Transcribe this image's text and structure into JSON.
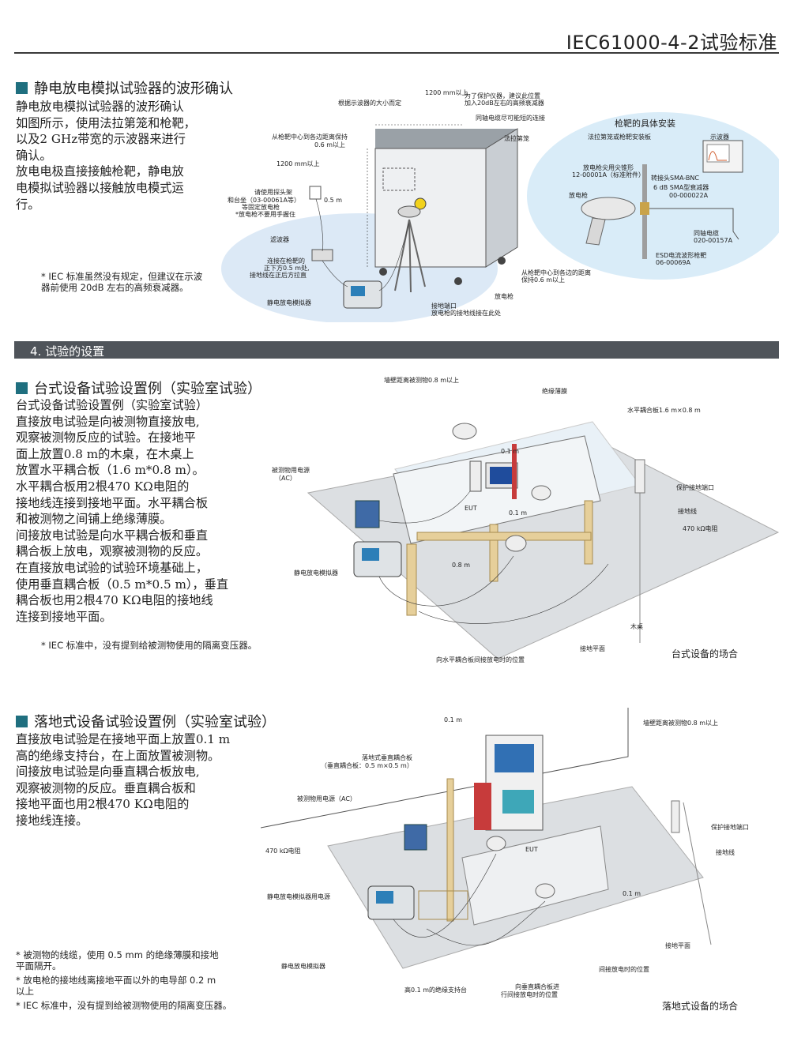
{
  "header": {
    "title": "IEC61000-4-2试验标准"
  },
  "section1": {
    "heading": "静电放电模拟试验器的波形确认",
    "body": "静电放电模拟试验器的波形确认\n如图所示，使用法拉第笼和枪靶，\n以及2 GHz带宽的示波器来进行\n确认。\n放电电极直接接触枪靶，静电放\n电模拟试验器以接触放电模式运\n行。",
    "note": "* IEC 标准虽然没有规定，但建议在示波\n  器前使用 20dB 左右的高频衰减器。",
    "diagram": {
      "labels": [
        "1200 mm以上",
        "根据示波器的大小而定",
        "为了保护仪器，建议此位置",
        "加入20dB左右的高频衰减器",
        "同轴电缆尽可能短的连接",
        "法拉第笼",
        "从枪靶中心到各边距离保持",
        "0.6 m以上",
        "1200 mm以上",
        "请使用探头架",
        "和台坐（03-00061A等）",
        "等固定放电枪",
        "*放电枪不要用手握住",
        "0.5 m",
        "滤波器",
        "连接在枪靶的",
        "正下方0.5 m处,",
        "接地线在正后方拉直",
        "静电放电模拟器",
        "接地端口",
        "放电枪的接地线接在此处",
        "放电枪",
        "从枪靶中心到各边的距离",
        "保持0.6 m以上"
      ],
      "inset": {
        "title": "枪靶的具体安装",
        "labels": [
          "示波器",
          "法拉第笼或枪靶安装板",
          "放电枪尖用尖锥形",
          "12-00001A（标准附件）",
          "放电枪",
          "转接头SMA-BNC",
          "6 dB SMA型衰减器",
          "00-000022A",
          "同轴电缆",
          "020-00157A",
          "ESD电流波形枪靶",
          "06-00069A"
        ]
      }
    }
  },
  "band": {
    "label": "4. 试验的设置"
  },
  "section2": {
    "heading": "台式设备试验设置例（实验室试验）",
    "body": "台式设备试验设置例（实验室试验）\n直接放电试验是向被测物直接放电,\n观察被测物反应的试验。在接地平\n面上放置0.8 m的木桌，在木桌上\n放置水平耦合板（1.6 m*0.8 m）。\n水平耦合板用2根470 KΩ电阻的\n接地线连接到接地平面。水平耦合板\n和被测物之间铺上绝缘薄膜。\n间接放电试验是向水平耦合板和垂直\n耦合板上放电，观察被测物的反应。\n在直接放电试验的试验环境基础上，\n使用垂直耦合板（0.5 m*0.5 m），垂直\n耦合板也用2根470 KΩ电阻的接地线\n连接到接地平面。",
    "note": "* IEC 标准中，没有提到给被测物使用的隔离变压器。",
    "diagram": {
      "labels": [
        "墙壁距离被测物0.8 m以上",
        "绝缘薄膜",
        "水平耦合板1.6 m×0.8 m",
        "被测物用电源",
        "（AC）",
        "0.1 m",
        "EUT",
        "0.1 m",
        "保护接地端口",
        "接地线",
        "470 kΩ电阻",
        "0.8 m",
        "静电放电模拟器",
        "木桌",
        "接地平面",
        "向水平耦合板间接放电时的位置"
      ],
      "caption": "台式设备的场合"
    }
  },
  "section3": {
    "heading": "落地式设备试验设置例（实验室试验）",
    "body": "直接放电试验是在接地平面上放置0.1 m\n高的绝缘支持台，在上面放置被测物。\n间接放电试验是向垂直耦合板放电,\n观察被测物的反应。垂直耦合板和\n接地平面也用2根470 KΩ电阻的\n接地线连接。",
    "notes": [
      "* 被测物的线缆，使用 0.5 mm 的绝缘薄膜和接地\n  平面隔开。",
      "* 放电枪的接地线离接地平面以外的电导部 0.2 m\n  以上",
      "* IEC 标准中，没有提到给被测物使用的隔离变压器。"
    ],
    "diagram": {
      "labels": [
        "0.1 m",
        "墙壁距离被测物0.8 m以上",
        "落地式垂直耦合板",
        "（垂直耦合板：0.5 m×0.5 m）",
        "被测物用电源（AC）",
        "EUT",
        "保护接地端口",
        "470 kΩ电阻",
        "接地线",
        "静电放电模拟器用电源",
        "0.1 m",
        "接地平面",
        "静电放电模拟器",
        "间接放电时的位置",
        "高0.1 m的绝缘支持台",
        "向垂直耦合板进",
        "行间接放电时的位置"
      ],
      "caption": "落地式设备的场合"
    }
  }
}
